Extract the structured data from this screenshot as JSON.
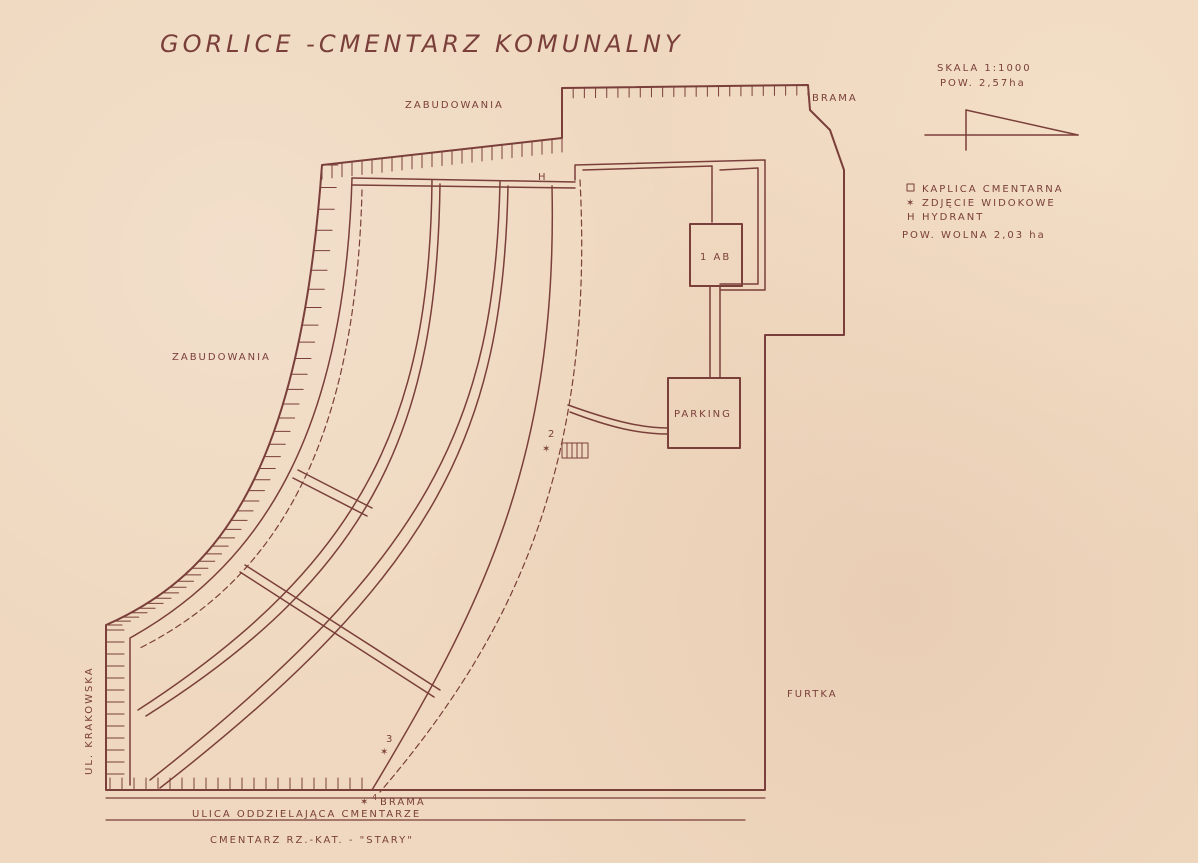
{
  "title": "GORLICE -CMENTARZ KOMUNALNY",
  "scale": "SKALA 1:1000",
  "area_total": "POW. 2,57ha",
  "legend": {
    "chapel": "KAPLICA CMENTARNA",
    "photo": "ZDJĘCIE WIDOKOWE",
    "hydrant": "HYDRANT",
    "free_area": "POW. WOLNA 2,03 ha"
  },
  "labels": {
    "buildings_top": "ZABUDOWANIA",
    "buildings_left": "ZABUDOWANIA",
    "gate_top": "BRAMA",
    "gate_bottom": "BRAMA",
    "gate_bottom_num": "4",
    "wicket": "FURTKA",
    "building_box": "1 AB",
    "parking": "PARKING",
    "hydrant_mark": "H",
    "street_left": "UL. KRAKOWSKA",
    "street_bottom": "ULICA ODDZIELAJĄCA CMENTARZE",
    "old_cemetery": "CMENTARZ RZ.-KAT. - \"STARY\"",
    "view_2": "2",
    "view_3": "3"
  },
  "colors": {
    "ink": "#7a3f3a",
    "paper": "#efd8bf"
  }
}
